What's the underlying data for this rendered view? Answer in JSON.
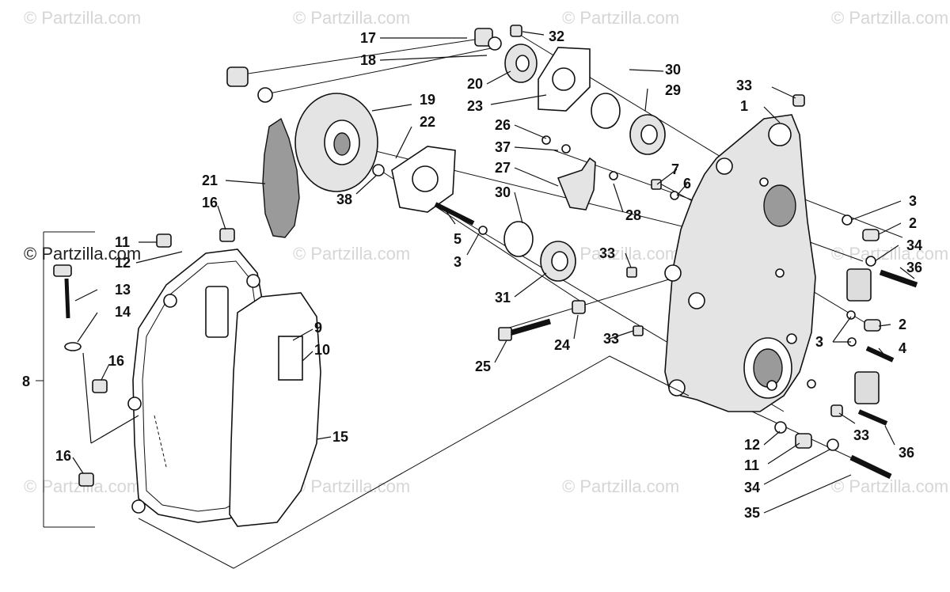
{
  "watermark": "© Partzilla.com",
  "watermark_overlay": "© Partzilla.com",
  "callouts": {
    "c1": "1",
    "c2a": "2",
    "c2b": "2",
    "c3a": "3",
    "c3b": "3",
    "c3c": "3",
    "c4": "4",
    "c5": "5",
    "c6": "6",
    "c7": "7",
    "c8": "8",
    "c9": "9",
    "c10": "10",
    "c11a": "11",
    "c11b": "11",
    "c12a": "12",
    "c12b": "12",
    "c13": "13",
    "c14": "14",
    "c15": "15",
    "c16a": "16",
    "c16b": "16",
    "c16c": "16",
    "c17": "17",
    "c18": "18",
    "c19": "19",
    "c20": "20",
    "c21": "21",
    "c22": "22",
    "c23": "23",
    "c24": "24",
    "c25": "25",
    "c26": "26",
    "c27": "27",
    "c28": "28",
    "c29": "29",
    "c30a": "30",
    "c30b": "30",
    "c31": "31",
    "c32": "32",
    "c33a": "33",
    "c33b": "33",
    "c33c": "33",
    "c33d": "33",
    "c34a": "34",
    "c34b": "34",
    "c35": "35",
    "c36a": "36",
    "c36b": "36",
    "c37": "37",
    "c38": "38"
  }
}
